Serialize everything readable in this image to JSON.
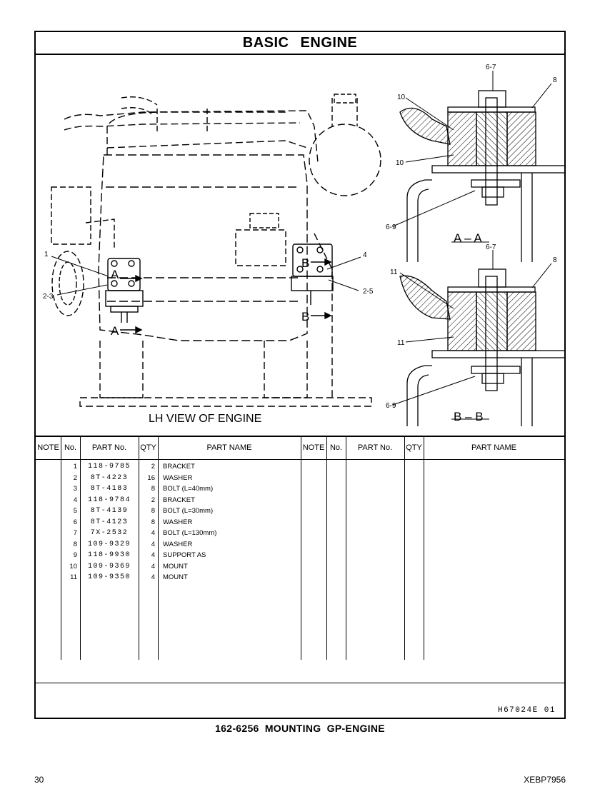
{
  "header": {
    "title": "BASIC  ENGINE"
  },
  "illustration": {
    "main_view_label": "LH VIEW OF ENGINE",
    "section_a_label": "A – A",
    "section_b_label": "B – B",
    "view_marker_a": "A",
    "view_marker_b": "B",
    "callouts_main": [
      "1",
      "2-3",
      "4",
      "2-5"
    ],
    "callouts_aa": [
      "6-7",
      "8",
      "10",
      "10",
      "6-9"
    ],
    "callouts_bb": [
      "6-7",
      "8",
      "11",
      "11",
      "6-9"
    ]
  },
  "table": {
    "headers": {
      "note": "NOTE",
      "no": "No.",
      "part_no": "PART No.",
      "qty": "QTY",
      "part_name": "PART NAME"
    },
    "rows": [
      {
        "no": "1",
        "part_no": "118-9785",
        "qty": "2",
        "name": "BRACKET"
      },
      {
        "no": "2",
        "part_no": "8T-4223",
        "qty": "16",
        "name": "WASHER"
      },
      {
        "no": "3",
        "part_no": "8T-4183",
        "qty": "8",
        "name": "BOLT (L=40mm)"
      },
      {
        "no": "4",
        "part_no": "118-9784",
        "qty": "2",
        "name": "BRACKET"
      },
      {
        "no": "5",
        "part_no": "8T-4139",
        "qty": "8",
        "name": "BOLT (L=30mm)"
      },
      {
        "no": "6",
        "part_no": "8T-4123",
        "qty": "8",
        "name": "WASHER"
      },
      {
        "no": "7",
        "part_no": "7X-2532",
        "qty": "4",
        "name": "BOLT (L=130mm)"
      },
      {
        "no": "8",
        "part_no": "109-9329",
        "qty": "4",
        "name": "WASHER"
      },
      {
        "no": "9",
        "part_no": "118-9930",
        "qty": "4",
        "name": "SUPPORT  AS"
      },
      {
        "no": "10",
        "part_no": "109-9369",
        "qty": "4",
        "name": "MOUNT"
      },
      {
        "no": "11",
        "part_no": "109-9350",
        "qty": "4",
        "name": "MOUNT"
      }
    ]
  },
  "footer": {
    "drawing_code": "H67024E   01"
  },
  "caption": "162-6256  MOUNTING  GP-ENGINE",
  "page": {
    "number": "30",
    "doc_id": "XEBP7956"
  }
}
